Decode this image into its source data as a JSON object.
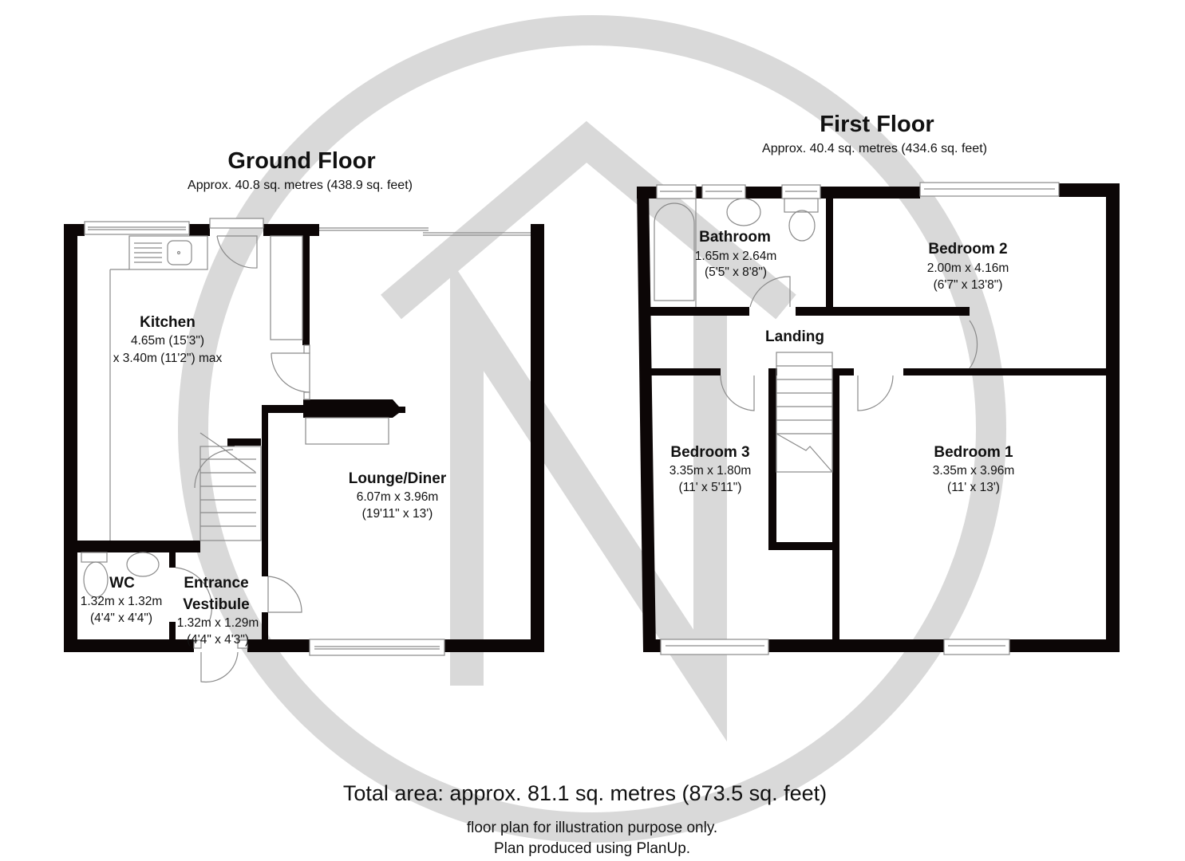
{
  "watermark": {
    "icon": "circle-n-logo-watermark",
    "color": "#d9d9d9"
  },
  "colors": {
    "wall": "#0c0606",
    "fixture_line": "#8a8a8a",
    "text": "#111111"
  },
  "ground_floor": {
    "title": "Ground Floor",
    "area": "Approx. 40.8 sq. metres (438.9 sq. feet)",
    "rooms": [
      {
        "name": "Kitchen",
        "dims": [
          "4.65m (15'3\")",
          "x 3.40m (11'2\") max"
        ]
      },
      {
        "name": "Lounge/Diner",
        "dims": [
          "6.07m x 3.96m",
          "(19'11\" x 13')"
        ]
      },
      {
        "name": "WC",
        "dims": [
          "1.32m x 1.32m",
          "(4'4\" x 4'4\")"
        ]
      },
      {
        "name": "Entrance",
        "name2": "Vestibule",
        "dims": [
          "1.32m x 1.29m",
          "(4'4\" x 4'3\")"
        ]
      }
    ]
  },
  "first_floor": {
    "title": "First Floor",
    "area": "Approx. 40.4 sq. metres (434.6 sq. feet)",
    "rooms": [
      {
        "name": "Bathroom",
        "dims": [
          "1.65m x 2.64m",
          "(5'5\" x 8'8\")"
        ]
      },
      {
        "name": "Bedroom 2",
        "dims": [
          "2.00m x 4.16m",
          "(6'7\" x 13'8\")"
        ]
      },
      {
        "name": "Landing"
      },
      {
        "name": "Bedroom 3",
        "dims": [
          "3.35m x 1.80m",
          "(11' x 5'11\")"
        ]
      },
      {
        "name": "Bedroom 1",
        "dims": [
          "3.35m x 3.96m",
          "(11' x 13')"
        ]
      }
    ]
  },
  "footer": {
    "total": "Total area: approx. 81.1 sq. metres (873.5 sq. feet)",
    "disclaimer": "floor plan for illustration purpose only.",
    "credit": "Plan produced using PlanUp."
  }
}
